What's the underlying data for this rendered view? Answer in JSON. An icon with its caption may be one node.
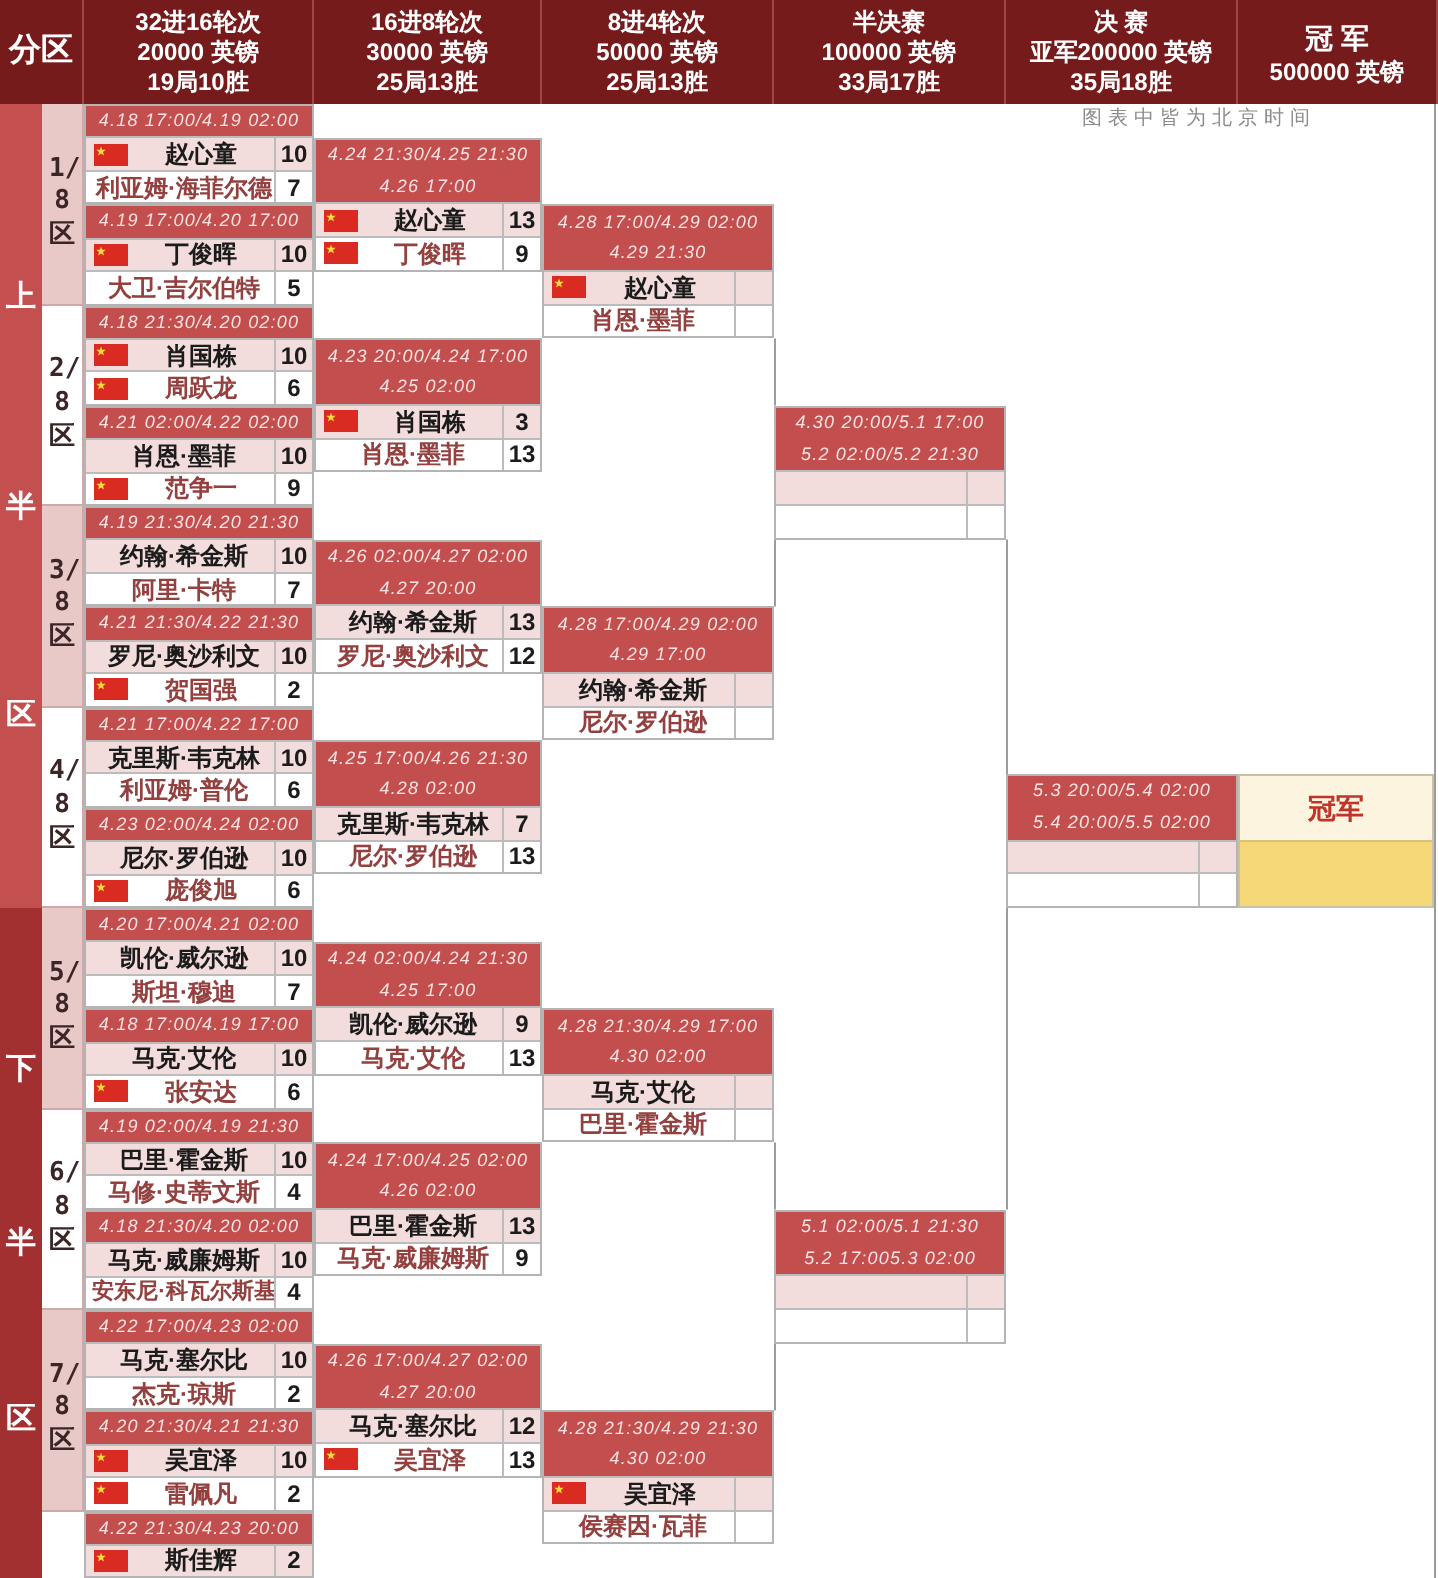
{
  "diagram": {
    "nodes": [
      {
        "text": [
          "分区"
        ]
      },
      {
        "text": [
          "32进16轮次",
          "20000 英镑",
          "19局10胜"
        ]
      },
      {
        "text": [
          "16进8轮次",
          "30000 英镑",
          "25局13胜"
        ]
      },
      {
        "text": [
          "8进4轮次",
          "50000 英镑",
          "25局13胜"
        ]
      },
      {
        "text": [
          "半决赛",
          "100000 英镑",
          "33局17胜"
        ]
      },
      {
        "text": [
          "决 赛",
          "亚军200000 英镑",
          "35局18胜"
        ]
      },
      {
        "text": [
          "冠 军",
          "500000 英镑"
        ]
      },
      {
        "text": [
          "上",
          "半",
          "区"
        ]
      },
      {
        "text": [
          "下",
          "半",
          "区"
        ]
      },
      {
        "text": [
          "1/8区"
        ]
      },
      {
        "text": [
          "2/8区"
        ]
      },
      {
        "text": [
          "3/8区"
        ]
      },
      {
        "text": [
          "4/8区"
        ]
      },
      {
        "text": [
          "5/8区"
        ]
      },
      {
        "text": [
          "6/8区"
        ]
      },
      {
        "text": [
          "7/8区"
        ]
      },
      {
        "text": [
          "4.18 17:00/4.19 02:00",
          "赵心童",
          "10",
          "利亚姆·海菲尔德",
          "7"
        ]
      },
      {
        "text": [
          "4.19 17:00/4.20 17:00",
          "丁俊晖",
          "10",
          "大卫·吉尔伯特",
          "5"
        ]
      },
      {
        "text": [
          "4.18 21:30/4.20 02:00",
          "肖国栋",
          "10",
          "周跃龙",
          "6"
        ]
      },
      {
        "text": [
          "4.21 02:00/4.22 02:00",
          "肖恩·墨菲",
          "10",
          "范争一",
          "9"
        ]
      },
      {
        "text": [
          "4.19 21:30/4.20 21:30",
          "约翰·希金斯",
          "10",
          "阿里·卡特",
          "7"
        ]
      },
      {
        "text": [
          "4.21 21:30/4.22 21:30",
          "罗尼·奥沙利文",
          "10",
          "贺国强",
          "2"
        ]
      },
      {
        "text": [
          "4.21 17:00/4.22 17:00",
          "克里斯·韦克林",
          "10",
          "利亚姆·普伦",
          "6"
        ]
      },
      {
        "text": [
          "4.23 02:00/4.24 02:00",
          "尼尔·罗伯逊",
          "10",
          "庞俊旭",
          "6"
        ]
      },
      {
        "text": [
          "4.20 17:00/4.21 02:00",
          "凯伦·威尔逊",
          "10",
          "斯坦·穆迪",
          "7"
        ]
      },
      {
        "text": [
          "4.18 17:00/4.19 17:00",
          "马克·艾伦",
          "10",
          "张安达",
          "6"
        ]
      },
      {
        "text": [
          "4.19 02:00/4.19 21:30",
          "巴里·霍金斯",
          "10",
          "马修·史蒂文斯",
          "4"
        ]
      },
      {
        "text": [
          "4.18 21:30/4.20 02:00",
          "马克·威廉姆斯",
          "10",
          "安东尼·科瓦尔斯基",
          "4"
        ]
      },
      {
        "text": [
          "4.22 17:00/4.23 02:00",
          "马克·塞尔比",
          "10",
          "杰克·琼斯",
          "2"
        ]
      },
      {
        "text": [
          "4.20 21:30/4.21 21:30",
          "吴宜泽",
          "10",
          "雷佩凡",
          "2"
        ]
      },
      {
        "text": [
          "4.22 21:30/4.23 20:00",
          "斯佳辉",
          "2"
        ]
      },
      {
        "text": [
          "4.24 21:30/4.25 21:30",
          "4.26 17:00",
          "赵心童",
          "13",
          "丁俊晖",
          "9"
        ]
      },
      {
        "text": [
          "4.23 20:00/4.24 17:00",
          "4.25 02:00",
          "肖国栋",
          "3",
          "肖恩·墨菲",
          "13"
        ]
      },
      {
        "text": [
          "4.26 02:00/4.27 02:00",
          "4.27 20:00",
          "约翰·希金斯",
          "13",
          "罗尼·奥沙利文",
          "12"
        ]
      },
      {
        "text": [
          "4.25 17:00/4.26 21:30",
          "4.28 02:00",
          "克里斯·韦克林",
          "7",
          "尼尔·罗伯逊",
          "13"
        ]
      },
      {
        "text": [
          "4.24 02:00/4.24 21:30",
          "4.25 17:00",
          "凯伦·威尔逊",
          "9",
          "马克·艾伦",
          "13"
        ]
      },
      {
        "text": [
          "4.24 17:00/4.25 02:00",
          "4.26 02:00",
          "巴里·霍金斯",
          "13",
          "马克·威廉姆斯",
          "9"
        ]
      },
      {
        "text": [
          "4.26 17:00/4.27 02:00",
          "4.27 20:00",
          "马克·塞尔比",
          "12",
          "吴宜泽",
          "13"
        ]
      },
      {
        "text": [
          "4.28 17:00/4.29 02:00",
          "4.29 21:30",
          "赵心童",
          "肖恩·墨菲"
        ]
      },
      {
        "text": [
          "4.28 17:00/4.29 02:00",
          "4.29 17:00",
          "约翰·希金斯",
          "尼尔·罗伯逊"
        ]
      },
      {
        "text": [
          "4.28 21:30/4.29 17:00",
          "4.30 02:00",
          "马克·艾伦",
          "巴里·霍金斯"
        ]
      },
      {
        "text": [
          "4.28 21:30/4.29 21:30",
          "4.30 02:00",
          "吴宜泽",
          "侯赛因·瓦菲"
        ]
      },
      {
        "text": [
          "4.30 20:00/5.1 17:00",
          "5.2 02:00/5.2 21:30"
        ]
      },
      {
        "text": [
          "5.1 02:00/5.1 21:30",
          "5.2 17:005.3 02:00"
        ]
      },
      {
        "text": [
          "5.3 20:00/5.4 02:00",
          "5.4 20:00/5.5 02:00"
        ]
      },
      {
        "text": [
          "冠军"
        ]
      }
    ],
    "edges": [
      {
        "from": 38,
        "to": 42,
        "arrow": "none"
      },
      {
        "from": 39,
        "to": 42,
        "arrow": "none"
      },
      {
        "from": 40,
        "to": 43,
        "arrow": "none"
      },
      {
        "from": 41,
        "to": 43,
        "arrow": "none"
      },
      {
        "from": 42,
        "to": 44,
        "arrow": "none"
      },
      {
        "from": 43,
        "to": 44,
        "arrow": "none"
      }
    ],
    "labels": [
      "图表中皆为北京时间"
    ]
  }
}
